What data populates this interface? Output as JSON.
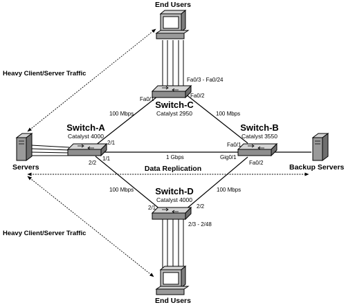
{
  "nodes": {
    "end_users_top": "End Users",
    "end_users_bottom": "End Users",
    "servers": "Servers",
    "backup_servers": "Backup Servers",
    "switch_a": {
      "name": "Switch-A",
      "model": "Catalyst 4000"
    },
    "switch_b": {
      "name": "Switch-B",
      "model": "Catalyst 3550"
    },
    "switch_c": {
      "name": "Switch-C",
      "model": "Catalyst 2950"
    },
    "switch_d": {
      "name": "Switch-D",
      "model": "Catalyst 4000"
    }
  },
  "ports": {
    "c_fa01": "Fa0/1",
    "c_fa02": "Fa0/2",
    "c_range": "Fa0/3 - Fa0/24",
    "a_21": "2/1",
    "a_11": "1/1",
    "a_22": "2/2",
    "b_fa01": "Fa0/1",
    "b_gig01": "Gig0/1",
    "b_fa02": "Fa0/2",
    "d_21": "2/1",
    "d_22": "2/2",
    "d_range": "2/3 - 2/48"
  },
  "links": {
    "a_c": "100 Mbps",
    "c_b": "100 Mbps",
    "a_b": "1 Gbps",
    "a_d": "100 Mbps",
    "d_b": "100 Mbps"
  },
  "traffic": {
    "top": "Heavy Client/Server Traffic",
    "bottom": "Heavy Client/Server Traffic",
    "replication": "Data Replication"
  },
  "colors": {
    "line": "#000000",
    "device_top": "#d4d4d4",
    "device_side": "#8e8e8e"
  }
}
